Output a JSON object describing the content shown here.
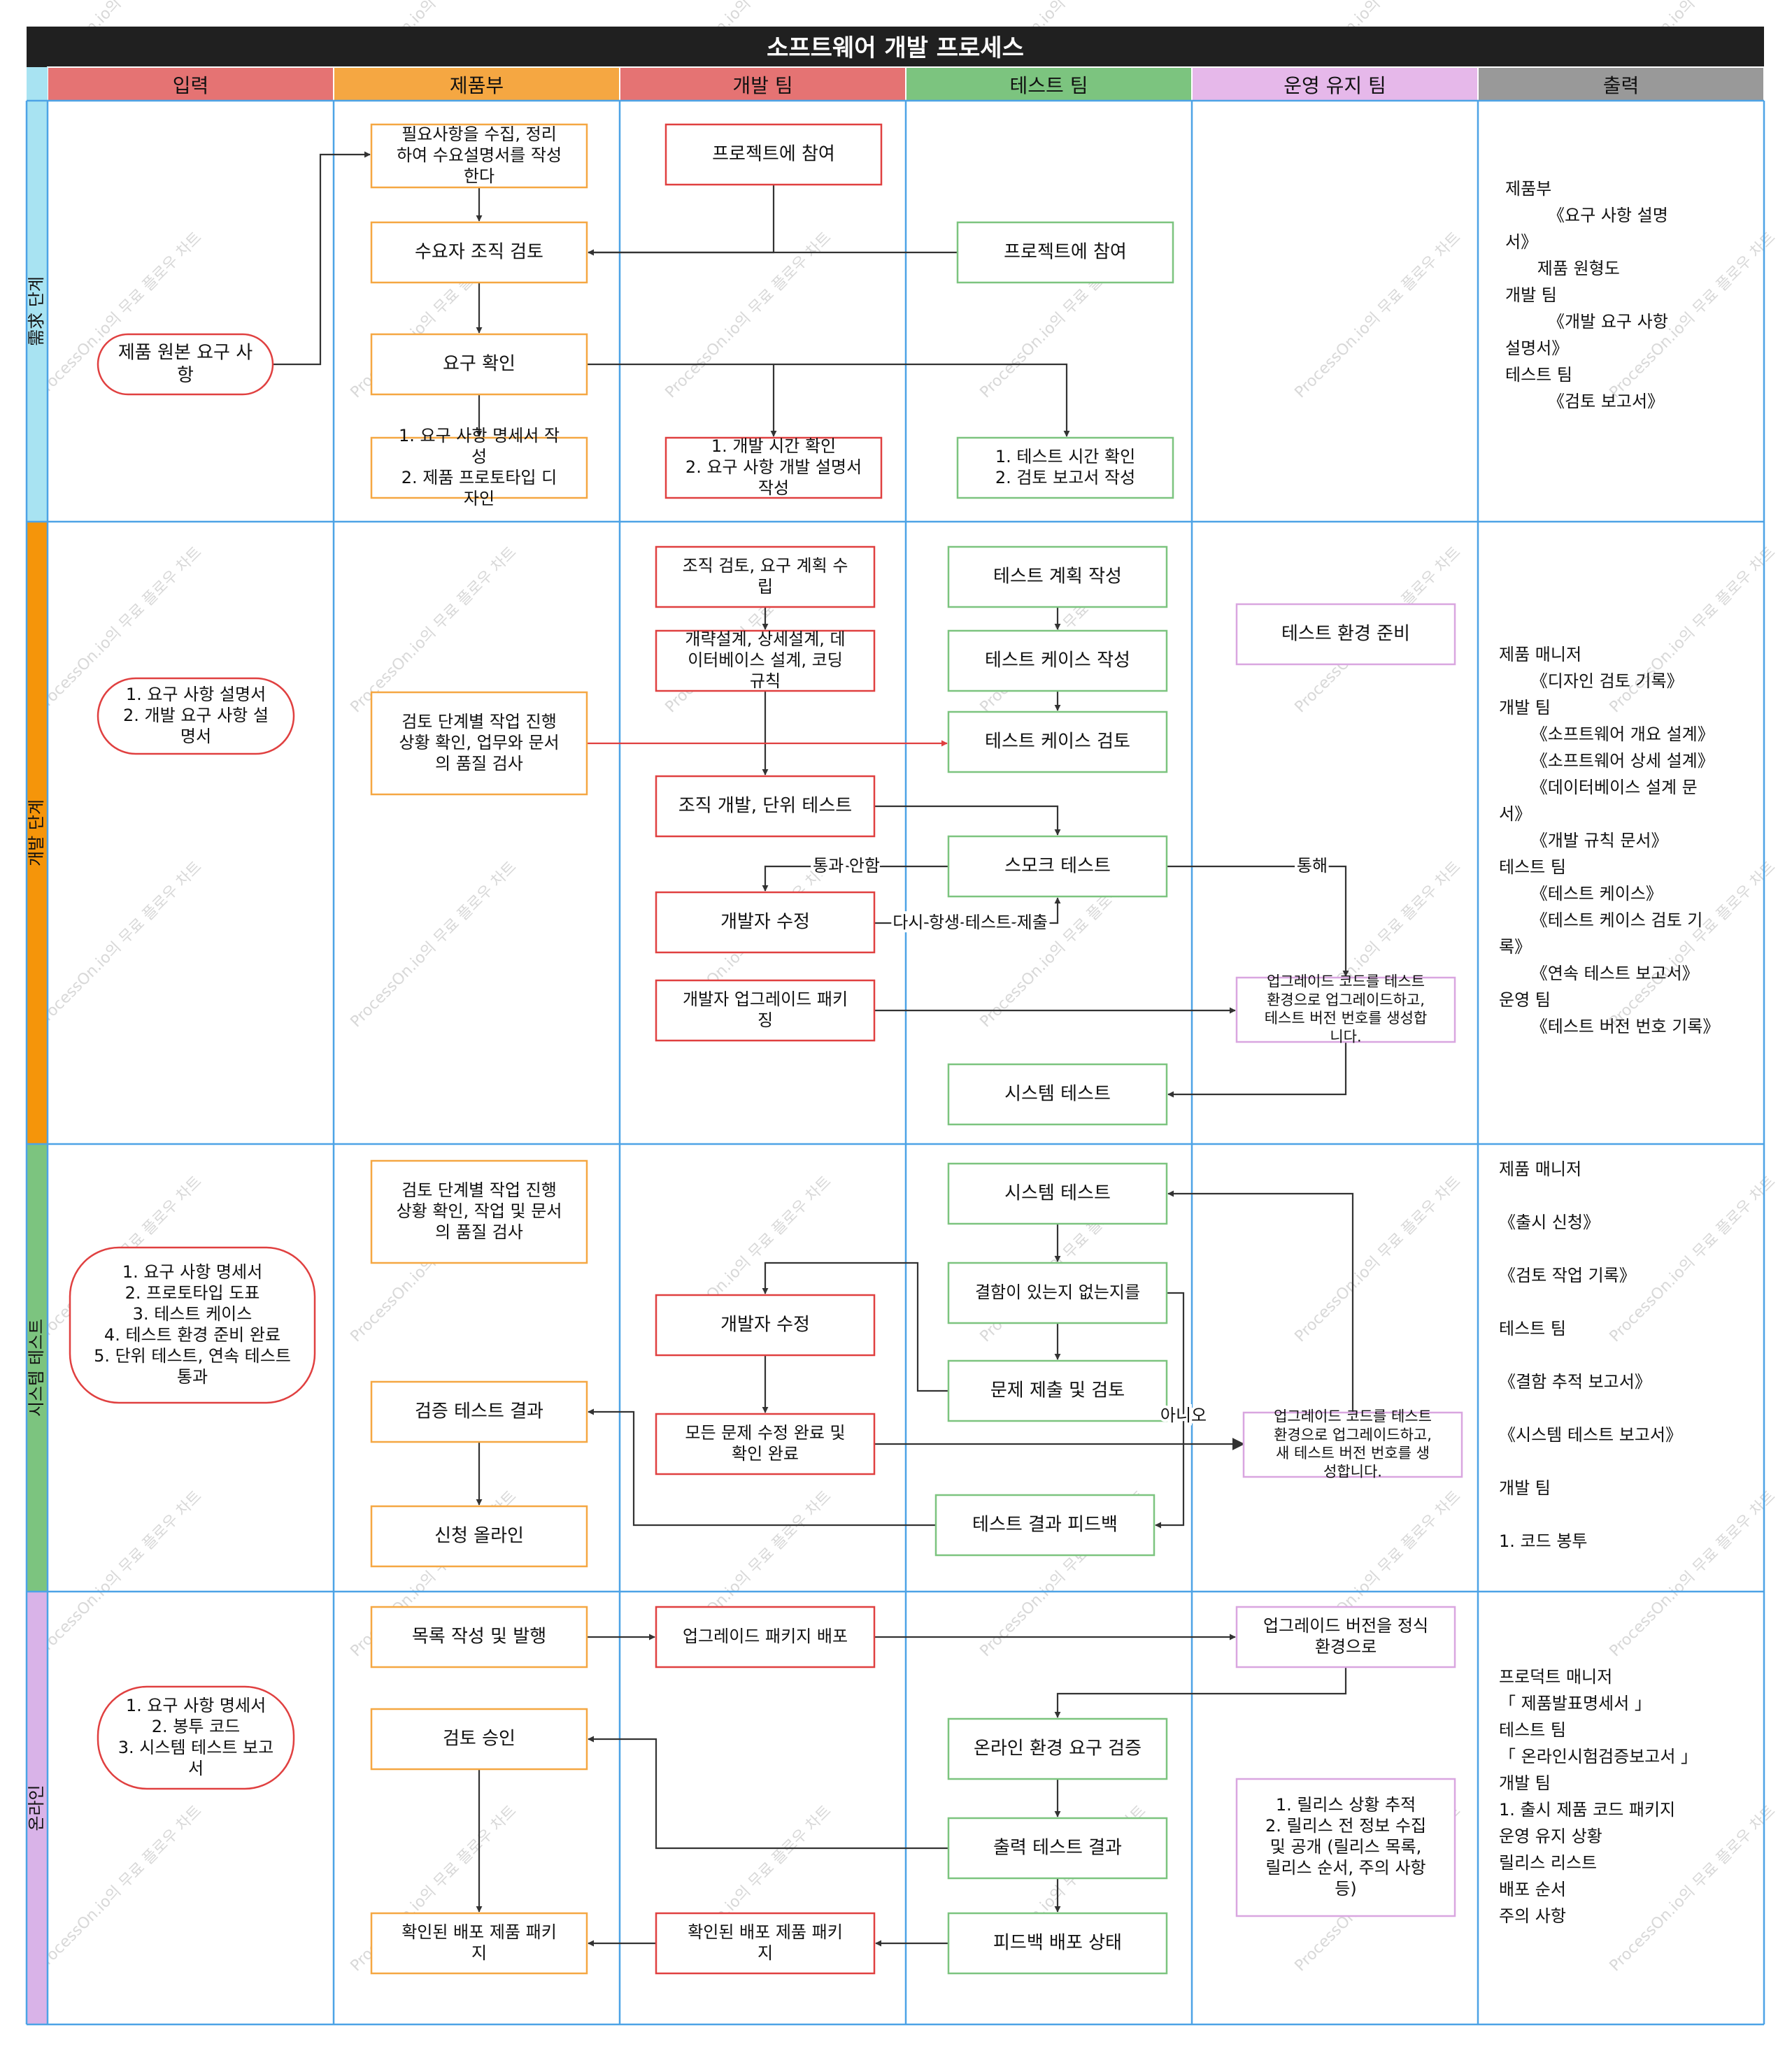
{
  "title": "소프트웨어 개발 프로세스",
  "colors": {
    "title_bg": "#202020",
    "grid_line": "#4da3e6",
    "arrow": "#333333",
    "arrow_red": "#e04040",
    "watermark": "#d8d8d8"
  },
  "columns": [
    {
      "label": "입력",
      "color": "#e57373"
    },
    {
      "label": "제품부",
      "color": "#f5a742"
    },
    {
      "label": "개발 팀",
      "color": "#e57373"
    },
    {
      "label": "테스트 팀",
      "color": "#7cc47f"
    },
    {
      "label": "운영 유지 팀",
      "color": "#e6b8ea"
    },
    {
      "label": "출력",
      "color": "#999999"
    }
  ],
  "rows": [
    {
      "label": "需求 단계",
      "color": "#a8e3f2"
    },
    {
      "label": "개발 단계",
      "color": "#f5950a"
    },
    {
      "label": "시스템 테스트",
      "color": "#7cc47f"
    },
    {
      "label": "온라인",
      "color": "#d9b3e8"
    }
  ],
  "watermark_text": "ProcessOn.io의 무료 플로우 차트",
  "boxes": {
    "r1_in": {
      "lines": [
        "제품 원본 요구 사",
        "항"
      ]
    },
    "r1_p1": {
      "lines": [
        "필요사항을 수집, 정리",
        "하여 수요설명서를 작성",
        "한다"
      ]
    },
    "r1_p2": {
      "lines": [
        "수요자 조직 검토"
      ]
    },
    "r1_p3": {
      "lines": [
        "요구 확인"
      ]
    },
    "r1_p4": {
      "lines": [
        "1. 요구 사항 명세서 작",
        "성",
        "2. 제품 프로토타입 디",
        "자인"
      ]
    },
    "r1_d1": {
      "lines": [
        "프로젝트에 참여"
      ]
    },
    "r1_d2": {
      "lines": [
        "1. 개발 시간 확인",
        "2. 요구 사항 개발 설명서",
        "작성"
      ]
    },
    "r1_t1": {
      "lines": [
        "프로젝트에 참여"
      ]
    },
    "r1_t2": {
      "lines": [
        "1. 테스트 시간 확인",
        "2. 검토 보고서 작성"
      ]
    },
    "r2_in": {
      "lines": [
        "1. 요구 사항 설명서",
        "2. 개발 요구 사항 설",
        "명서"
      ]
    },
    "r2_p1": {
      "lines": [
        "검토 단계별 작업 진행",
        "상황 확인, 업무와 문서",
        "의 품질 검사"
      ]
    },
    "r2_d1": {
      "lines": [
        "조직 검토, 요구 계획 수",
        "립"
      ]
    },
    "r2_d2": {
      "lines": [
        "개략설계, 상세설계, 데",
        "이터베이스 설계, 코딩",
        "규칙"
      ]
    },
    "r2_d3": {
      "lines": [
        "조직 개발, 단위 테스트"
      ]
    },
    "r2_d4": {
      "lines": [
        "개발자 수정"
      ]
    },
    "r2_d5": {
      "lines": [
        "개발자 업그레이드 패키",
        "징"
      ]
    },
    "r2_t1": {
      "lines": [
        "테스트 계획 작성"
      ]
    },
    "r2_t2": {
      "lines": [
        "테스트 케이스 작성"
      ]
    },
    "r2_t3": {
      "lines": [
        "테스트 케이스 검토"
      ]
    },
    "r2_t4": {
      "lines": [
        "스모크 테스트"
      ]
    },
    "r2_t5": {
      "lines": [
        "시스템 테스트"
      ]
    },
    "r2_o1": {
      "lines": [
        "테스트 환경 준비"
      ]
    },
    "r2_o2": {
      "lines": [
        "업그레이드 코드를 테스트",
        "환경으로 업그레이드하고,",
        "테스트 버전 번호를 생성합",
        "니다."
      ]
    },
    "r3_in": {
      "lines": [
        "1. 요구 사항 명세서",
        "2. 프로토타입 도표",
        "3. 테스트 케이스",
        "4. 테스트 환경 준비 완료",
        "5. 단위 테스트, 연속 테스트",
        "통과"
      ]
    },
    "r3_p1": {
      "lines": [
        "검토 단계별 작업 진행",
        "상황 확인, 작업 및 문서",
        "의 품질 검사"
      ]
    },
    "r3_p2": {
      "lines": [
        "검증 테스트 결과"
      ]
    },
    "r3_p3": {
      "lines": [
        "신청 올라인"
      ]
    },
    "r3_d1": {
      "lines": [
        "개발자 수정"
      ]
    },
    "r3_d2": {
      "lines": [
        "모든 문제 수정 완료 및",
        "확인 완료"
      ]
    },
    "r3_t1": {
      "lines": [
        "시스템 테스트"
      ]
    },
    "r3_t2": {
      "lines": [
        "결함이 있는지 없는지를"
      ]
    },
    "r3_t3": {
      "lines": [
        "문제 제출 및 검토"
      ]
    },
    "r3_t4": {
      "lines": [
        "테스트 결과 피드백"
      ]
    },
    "r3_o1": {
      "lines": [
        "업그레이드 코드를 테스트",
        "환경으로 업그레이드하고,",
        "새 테스트 버전 번호를 생",
        "성합니다."
      ]
    },
    "r4_in": {
      "lines": [
        "1. 요구 사항 명세서",
        "2. 봉투 코드",
        "3. 시스템 테스트 보고",
        "서"
      ]
    },
    "r4_p1": {
      "lines": [
        "목록 작성 및 발행"
      ]
    },
    "r4_p2": {
      "lines": [
        "검토 승인"
      ]
    },
    "r4_p3": {
      "lines": [
        "확인된 배포 제품 패키",
        "지"
      ]
    },
    "r4_d1": {
      "lines": [
        "업그레이드 패키지 배포"
      ]
    },
    "r4_d2": {
      "lines": [
        "확인된 배포 제품 패키",
        "지"
      ]
    },
    "r4_t1": {
      "lines": [
        "온라인 환경 요구 검증"
      ]
    },
    "r4_t2": {
      "lines": [
        "출력 테스트 결과"
      ]
    },
    "r4_t3": {
      "lines": [
        "피드백 배포 상태"
      ]
    },
    "r4_o1": {
      "lines": [
        "업그레이드 버전을 정식",
        "환경으로"
      ]
    },
    "r4_o2": {
      "lines": [
        "1. 릴리스 상황 추적",
        "2. 릴리스 전 정보 수집",
        "및 공개 (릴리스 목록,",
        "릴리스 순서, 주의 사항",
        "등)"
      ]
    }
  },
  "edge_labels": {
    "not_pass": "통과 안함",
    "pass": "통해",
    "resubmit": "다시 항생 테스트 제출",
    "no": "아니오"
  },
  "outputs": [
    {
      "lines": [
        "제품부",
        "        《요구 사항 설명",
        "서》",
        "      제품 원형도",
        "개발 팀",
        "        《개발 요구 사항",
        "설명서》",
        "테스트 팀",
        "        《검토 보고서》"
      ]
    },
    {
      "lines": [
        "제품 매니저",
        "      《디자인 검토 기록》",
        "개발 팀",
        "      《소프트웨어 개요 설계》",
        "      《소프트웨어 상세 설계》",
        "      《데이터베이스 설계 문",
        "서》",
        "      《개발 규칙 문서》",
        "테스트 팀",
        "      《테스트 케이스》",
        "      《테스트 케이스 검토 기",
        "록》",
        "      《연속 테스트 보고서》",
        "운영 팀",
        "      《테스트 버전 번호 기록》"
      ]
    },
    {
      "lines": [
        "제품 매니저",
        "",
        "《출시 신청》",
        "",
        "《검토 작업 기록》",
        "",
        "테스트 팀",
        "",
        "《결함 추적 보고서》",
        "",
        "《시스템 테스트 보고서》",
        "",
        "개발 팀",
        "",
        "1. 코드 봉투"
      ]
    },
    {
      "lines": [
        "프로덕트 매니저",
        "「 제품발표명세서 」",
        "테스트 팀",
        "「 온라인시험검증보고서 」",
        "개발 팀",
        "1. 출시 제품 코드 패키지",
        "운영 유지 상황",
        "릴리스 리스트",
        "배포 순서",
        "주의 사항"
      ]
    }
  ]
}
